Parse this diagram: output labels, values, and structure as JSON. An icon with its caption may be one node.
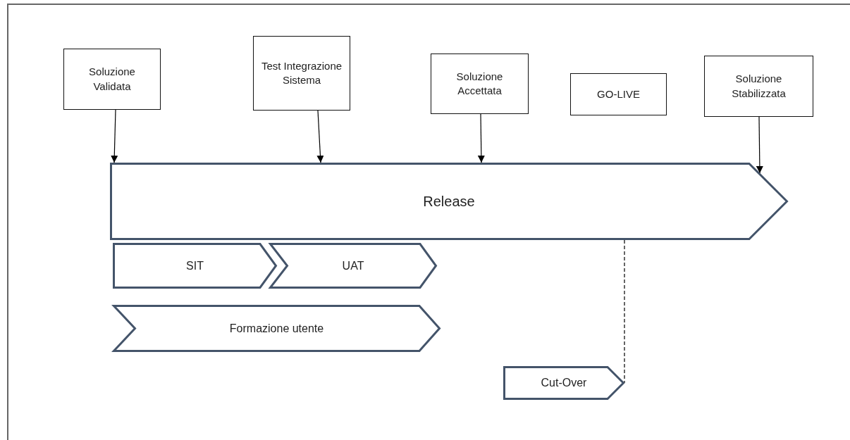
{
  "diagram": {
    "nodes": [
      {
        "text": [
          "Soluzione Validata"
        ]
      },
      {
        "text": [
          "Test Integrazione Sistema"
        ]
      },
      {
        "text": [
          "Soluzione Accettata"
        ]
      },
      {
        "text": [
          "GO-LIVE"
        ]
      },
      {
        "text": [
          "Soluzione Stabilizzata"
        ]
      },
      {
        "text": [
          "Release"
        ]
      },
      {
        "text": [
          "SIT"
        ]
      },
      {
        "text": [
          "UAT"
        ]
      },
      {
        "text": [
          "Formazione utente"
        ]
      },
      {
        "text": [
          "Cut-Over"
        ]
      }
    ],
    "edges": [
      {
        "from": 0,
        "to": 5,
        "arrow": "to"
      },
      {
        "from": 1,
        "to": 5,
        "arrow": "to"
      },
      {
        "from": 2,
        "to": 5,
        "arrow": "to"
      },
      {
        "from": 4,
        "to": 5,
        "arrow": "to"
      },
      {
        "from": 5,
        "to": 9,
        "arrow": "none",
        "style": "dashed"
      }
    ]
  }
}
